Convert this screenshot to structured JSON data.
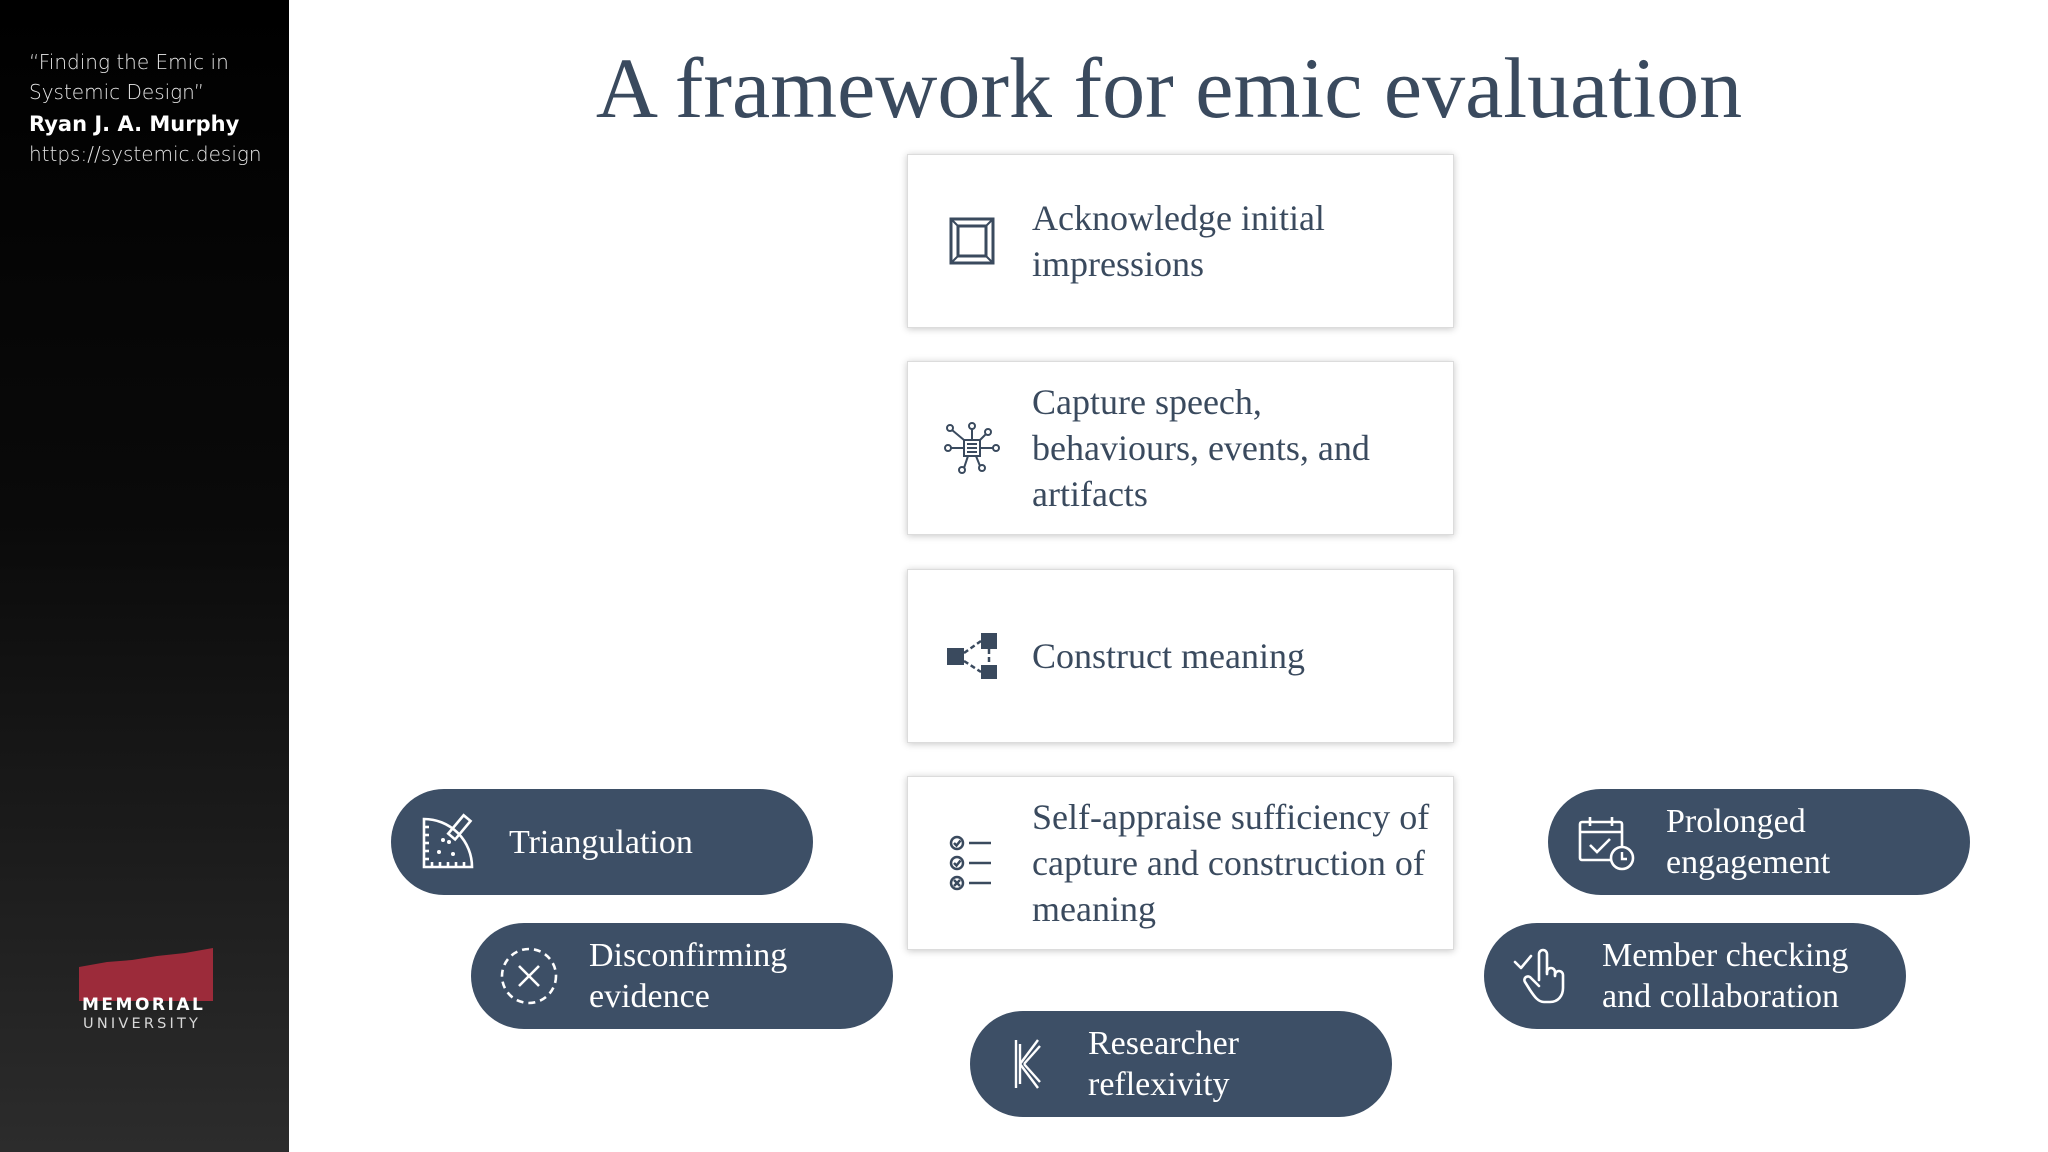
{
  "sidebar": {
    "talk_title_line1": "“Finding the Emic in",
    "talk_title_line2": "Systemic Design”",
    "author": "Ryan J. A. Murphy",
    "url": "https://systemic.design",
    "logo": {
      "line1": "MEMORIAL",
      "line2": "UNIVERSITY",
      "color": "#9c2b3a"
    }
  },
  "title": "A framework for emic evaluation",
  "steps": [
    {
      "icon": "frame-icon",
      "label": "Acknowledge initial impressions"
    },
    {
      "icon": "network-capture-icon",
      "label": "Capture speech, behaviours, events, and artifacts"
    },
    {
      "icon": "hierarchy-icon",
      "label": "Construct meaning"
    },
    {
      "icon": "checklist-icon",
      "label": "Self-appraise sufficiency of capture and construction of meaning"
    }
  ],
  "techniques": {
    "triangulation": {
      "icon": "protractor-icon",
      "label": "Triangulation"
    },
    "disconfirming": {
      "icon": "dashed-x-circle-icon",
      "label": "Disconfirming evidence"
    },
    "reflexivity": {
      "icon": "reflexivity-icon",
      "label": "Researcher reflexivity"
    },
    "prolonged": {
      "icon": "calendar-clock-icon",
      "label": "Prolonged engagement"
    },
    "member_checking": {
      "icon": "hand-check-icon",
      "label": "Member checking and collaboration"
    }
  },
  "colors": {
    "title_text": "#3a4a5e",
    "pill_fill": "#3d4f66",
    "sidebar_bg": "#000000",
    "accent": "#9c2b3a"
  }
}
